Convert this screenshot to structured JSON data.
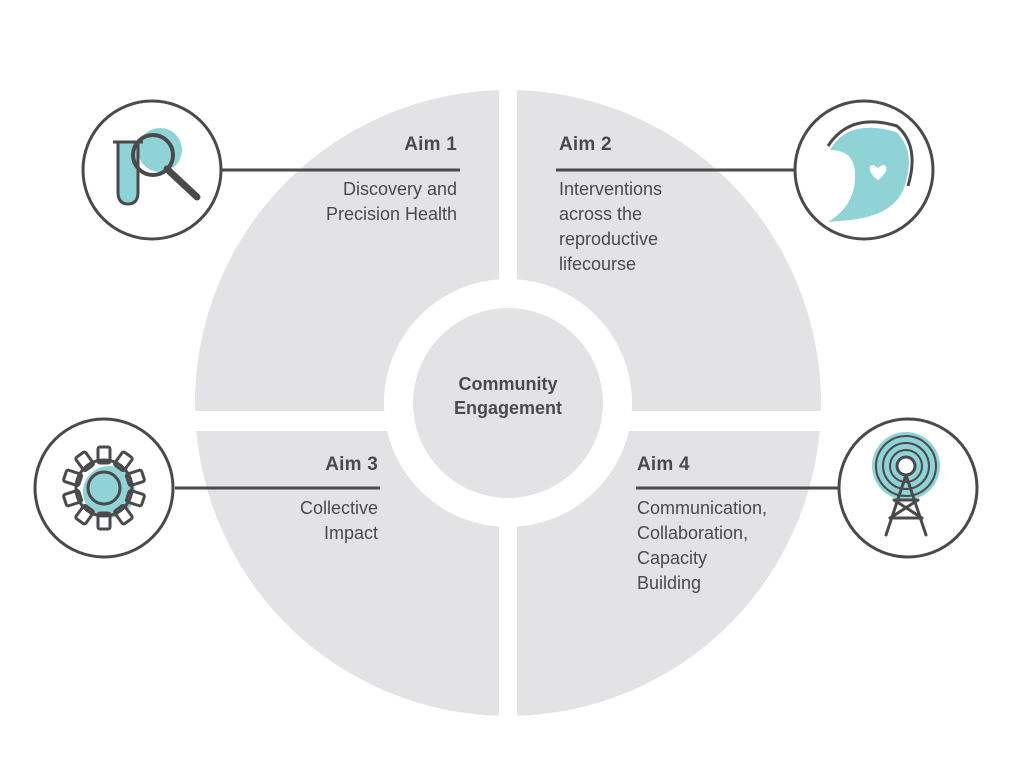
{
  "center": {
    "label": "Community\nEngagement"
  },
  "aims": [
    {
      "title": "Aim 1",
      "description": "Discovery and\nPrecision Health",
      "icon": "magnifier-test-tube-icon"
    },
    {
      "title": "Aim 2",
      "description": "Interventions\nacross the\nreproductive\nlifecourse",
      "icon": "pregnant-belly-heart-icon"
    },
    {
      "title": "Aim 3",
      "description": "Collective\nImpact",
      "icon": "gear-icon"
    },
    {
      "title": "Aim 4",
      "description": "Communication,\nCollaboration,\nCapacity\nBuilding",
      "icon": "radio-tower-icon"
    }
  ],
  "colors": {
    "wheel": "#e3e3e6",
    "text": "#4a4a4c",
    "line": "#4a4a4c",
    "accent": "#8fd3d7"
  }
}
